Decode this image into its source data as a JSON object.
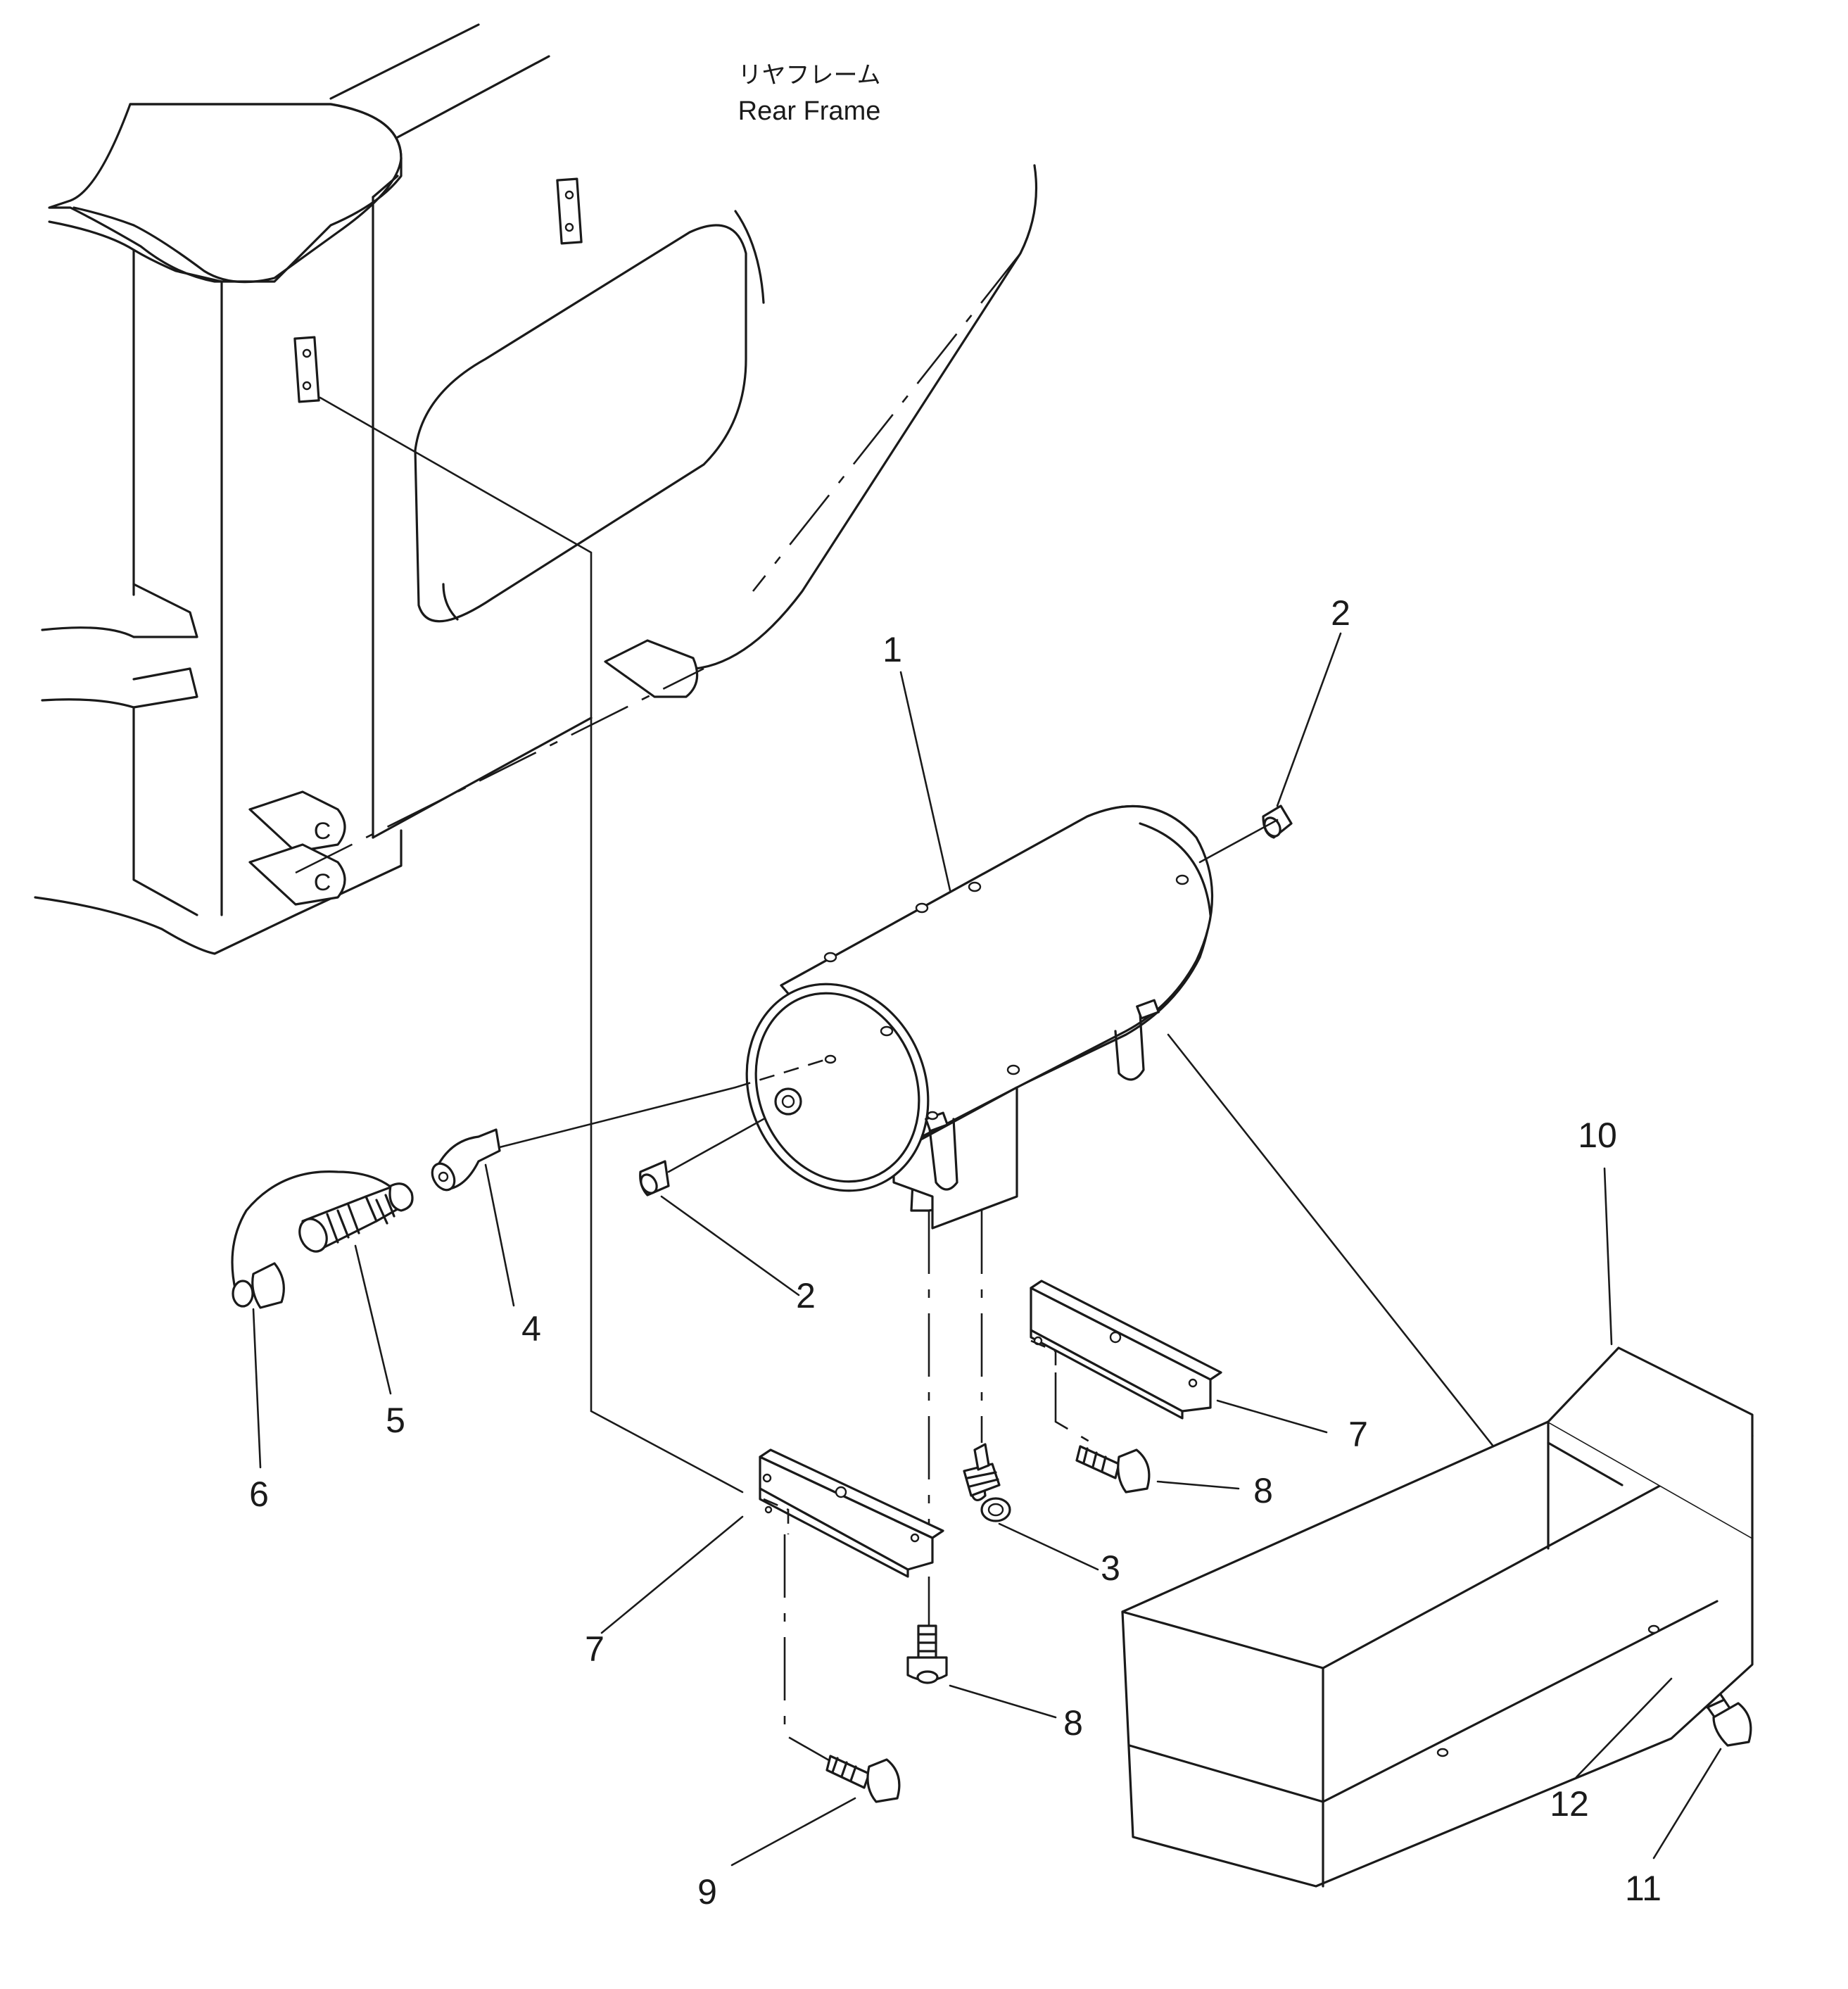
{
  "frame_label": {
    "japanese": "リヤフレーム",
    "english": "Rear Frame"
  },
  "callouts": [
    {
      "id": "c1",
      "text": "1"
    },
    {
      "id": "c2a",
      "text": "2"
    },
    {
      "id": "c2b",
      "text": "2"
    },
    {
      "id": "c3",
      "text": "3"
    },
    {
      "id": "c4",
      "text": "4"
    },
    {
      "id": "c5",
      "text": "5"
    },
    {
      "id": "c6",
      "text": "6"
    },
    {
      "id": "c7a",
      "text": "7"
    },
    {
      "id": "c7b",
      "text": "7"
    },
    {
      "id": "c8a",
      "text": "8"
    },
    {
      "id": "c8b",
      "text": "8"
    },
    {
      "id": "c9",
      "text": "9"
    },
    {
      "id": "c10",
      "text": "10"
    },
    {
      "id": "c11",
      "text": "11"
    },
    {
      "id": "c12",
      "text": "12"
    }
  ]
}
